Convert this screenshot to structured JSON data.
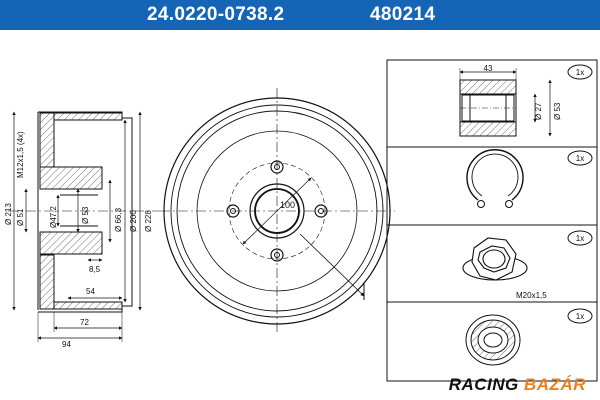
{
  "header": {
    "part_number": "24.0220-0738.2",
    "code": "480214",
    "background": "#1565b7"
  },
  "side_view": {
    "dims": {
      "d213": "Ø 213",
      "m12": "M12x1,5 (4x)",
      "d51": "Ø 51",
      "d47": "Ø47,2",
      "d53": "Ø 53",
      "d663": "Ø 66,3",
      "d200": "Ø 200",
      "d228": "Ø 228",
      "w85": "8,5",
      "w54": "54",
      "w72": "72",
      "w94": "94"
    }
  },
  "front_view": {
    "bolt_circle": "100"
  },
  "accessories": {
    "bearing": {
      "qty": "1x",
      "width": "43",
      "d_inner": "Ø 27",
      "d_outer": "Ø 53"
    },
    "circlip": {
      "qty": "1x"
    },
    "nut": {
      "qty": "1x",
      "thread": "M20x1,5"
    },
    "cap": {
      "qty": "1x"
    }
  },
  "watermark": {
    "part1": "RACING",
    "part2": "BAZÁR",
    "color1": "#111111",
    "color2": "#e8821f"
  }
}
